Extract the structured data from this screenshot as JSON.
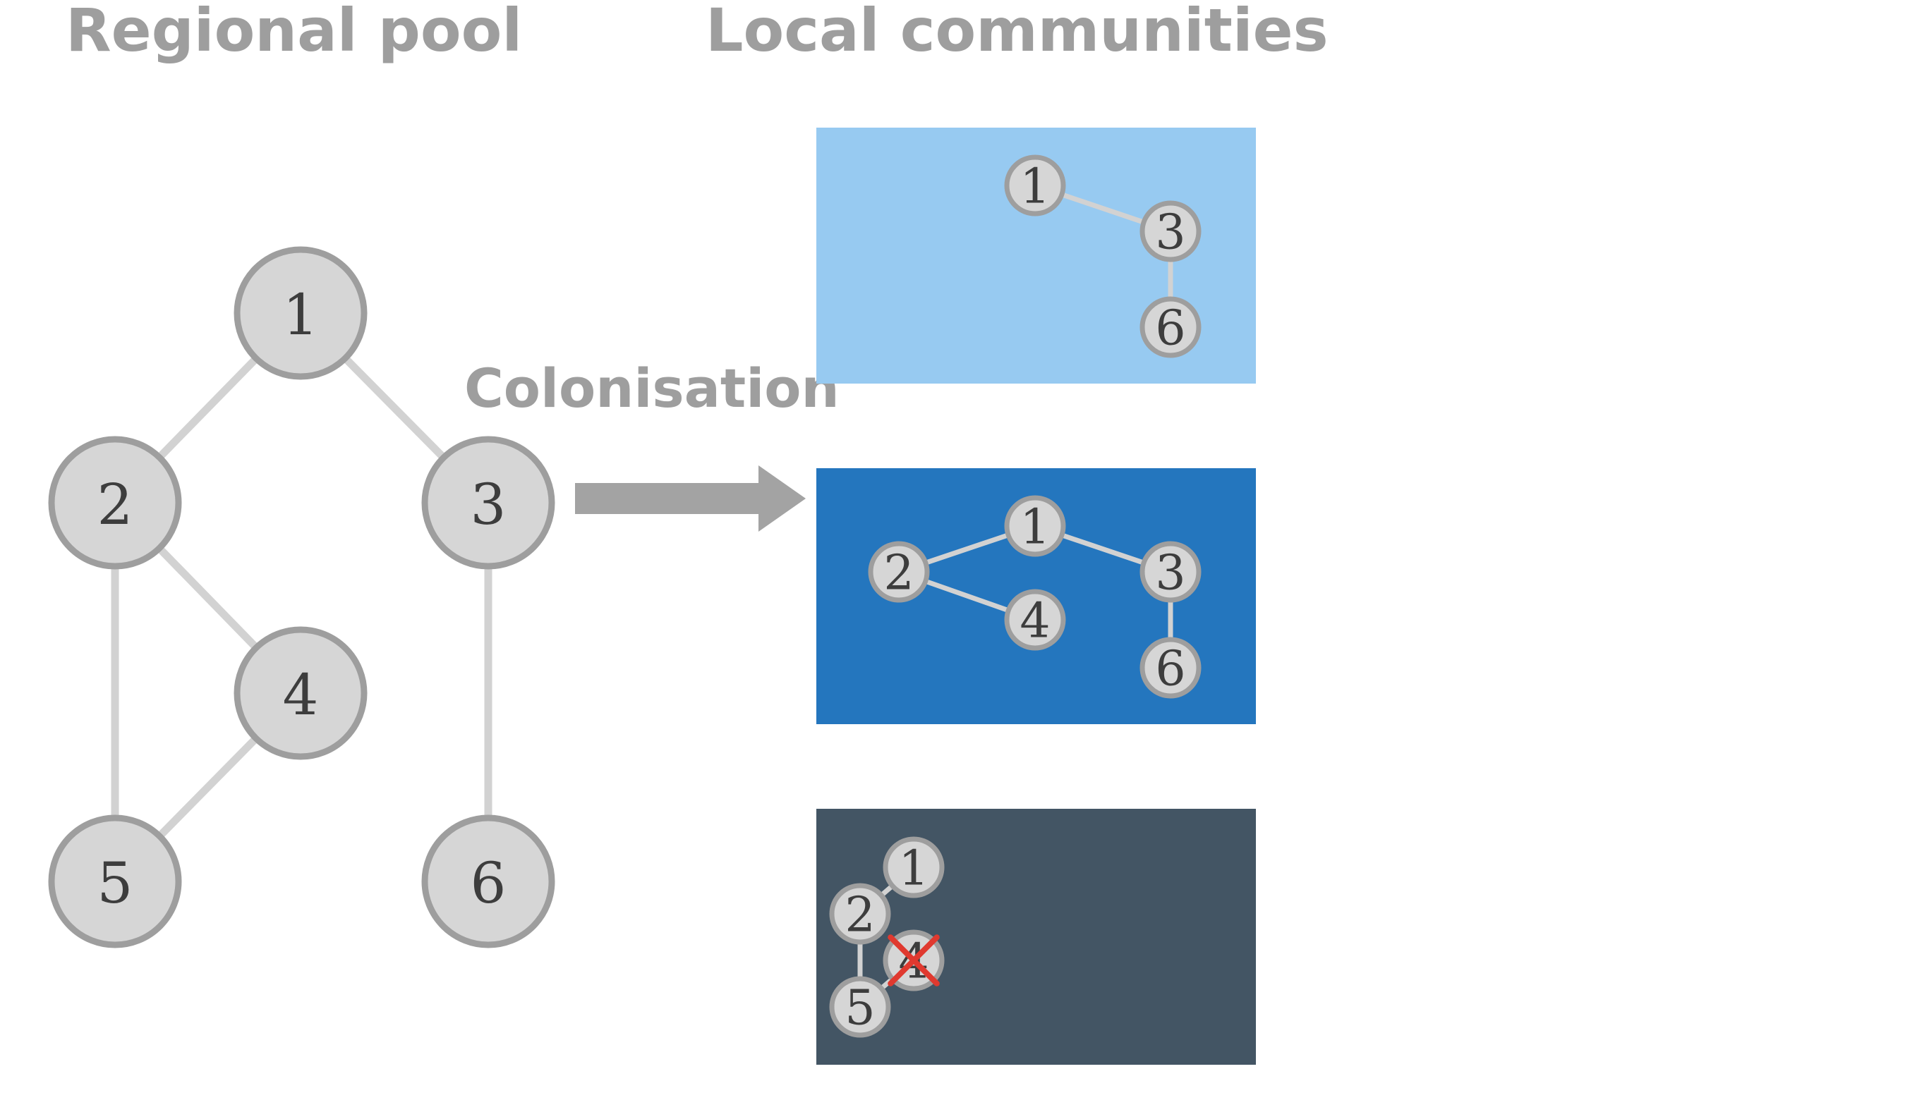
{
  "headings": {
    "regional_pool": "Regional pool",
    "local_communities": "Local communities",
    "colonisation": "Colonisation"
  },
  "regional_pool": {
    "nodes": [
      "1",
      "2",
      "3",
      "4",
      "5",
      "6"
    ],
    "edges": [
      [
        "1",
        "2"
      ],
      [
        "1",
        "3"
      ],
      [
        "2",
        "4"
      ],
      [
        "2",
        "5"
      ],
      [
        "4",
        "5"
      ],
      [
        "3",
        "6"
      ]
    ]
  },
  "communities": [
    {
      "color": "#97caf1",
      "nodes": [
        "1",
        "3",
        "6"
      ],
      "edges": [
        [
          "1",
          "3"
        ],
        [
          "3",
          "6"
        ]
      ],
      "extinct": []
    },
    {
      "color": "#2476be",
      "nodes": [
        "1",
        "2",
        "3",
        "4",
        "6"
      ],
      "edges": [
        [
          "2",
          "1"
        ],
        [
          "1",
          "3"
        ],
        [
          "2",
          "4"
        ],
        [
          "3",
          "6"
        ]
      ],
      "extinct": []
    },
    {
      "color": "#435564",
      "nodes": [
        "1",
        "2",
        "4",
        "5"
      ],
      "edges": [
        [
          "1",
          "2"
        ],
        [
          "2",
          "5"
        ],
        [
          "4",
          "5"
        ]
      ],
      "extinct": [
        "4"
      ]
    }
  ],
  "colors": {
    "heading": "#9e9e9e",
    "node_fill": "#d6d6d6",
    "node_stroke": "#9e9e9e",
    "edge": "#d2d2d2",
    "arrow": "#a3a3a3",
    "extinction_mark": "#e0392f"
  },
  "icons": {
    "arrow": "colonisation-arrow-icon",
    "extinction": "extinction-cross-icon"
  }
}
